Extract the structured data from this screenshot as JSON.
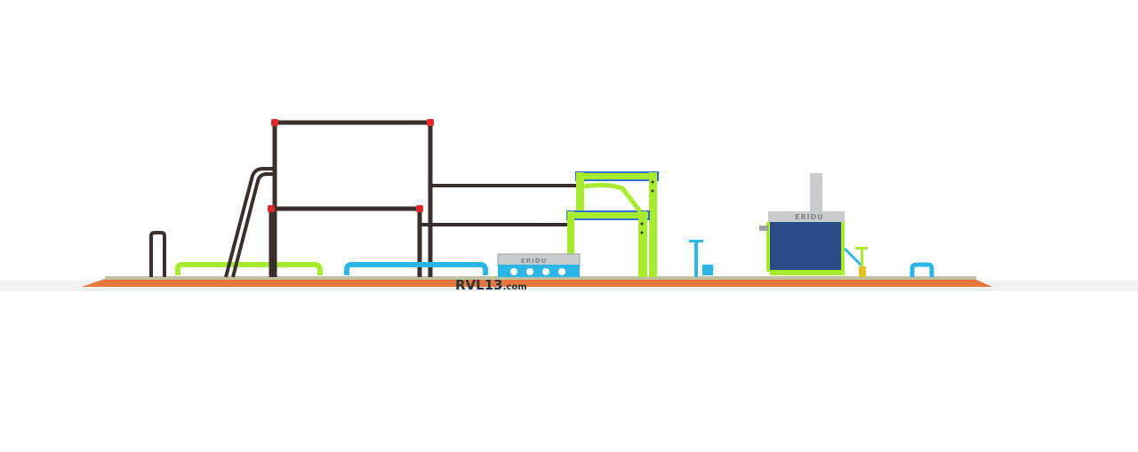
{
  "scene": {
    "floor_logo_main": "RVL13",
    "floor_logo_suffix": ".com",
    "brand_label_left": "ERIDU",
    "brand_label_right": "ERIDU"
  },
  "colors": {
    "floor": "#e7773c",
    "floor_shadow": "#c95c2a",
    "rail": "#3a2f2c",
    "joint": "#e3282a",
    "lime": "#a7eb2e",
    "cyan": "#2bb6e6",
    "blue_edge": "#2f6fd6",
    "navy": "#2a4a86",
    "grey": "#c9cbcd",
    "logo_text": "#24343a"
  }
}
